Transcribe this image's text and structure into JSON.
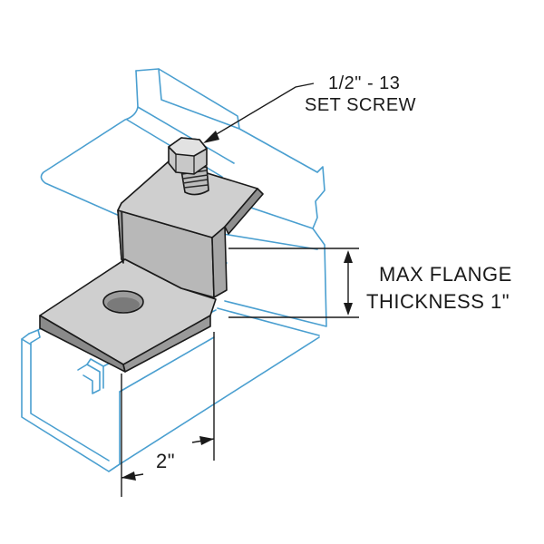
{
  "labels": {
    "set_screw_line1": "1/2\" - 13",
    "set_screw_line2": "SET SCREW",
    "flange_line1": "MAX FLANGE",
    "flange_line2": "THICKNESS 1\"",
    "width_dim": "2\""
  },
  "colors": {
    "channel_outline": "#4a9fd0",
    "clamp_face": "#b8b8b8",
    "clamp_top": "#cfcfcf",
    "clamp_dark": "#6e6e6e",
    "dimension_lines": "#1a1a1a"
  }
}
